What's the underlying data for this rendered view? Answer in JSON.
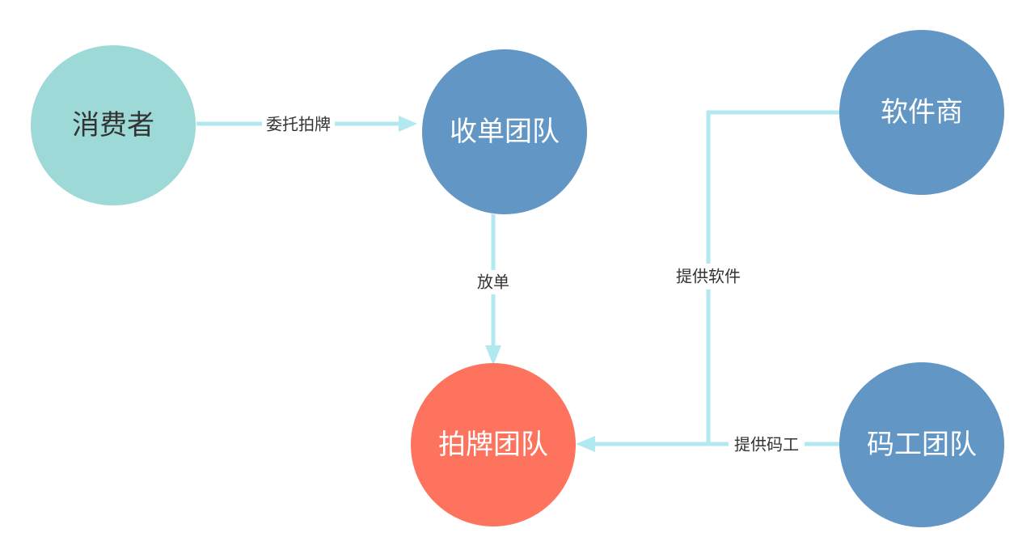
{
  "colors": {
    "consumer_fill": "#9dd9d6",
    "team_fill": "#6196c5",
    "auction_fill": "#fd735e",
    "edge": "#b2e8ef",
    "consumer_text": "#333333",
    "node_text": "#ffffff"
  },
  "nodes": {
    "consumer": {
      "label": "消费者"
    },
    "order_team": {
      "label": "收单团队"
    },
    "software_vendor": {
      "label": "软件商"
    },
    "auction_team": {
      "label": "拍牌团队"
    },
    "coder_team": {
      "label": "码工团队"
    }
  },
  "edges": {
    "entrust": {
      "label": "委托拍牌"
    },
    "dispatch": {
      "label": "放单"
    },
    "provide_software": {
      "label": "提供软件"
    },
    "provide_coders": {
      "label": "提供码工"
    }
  }
}
